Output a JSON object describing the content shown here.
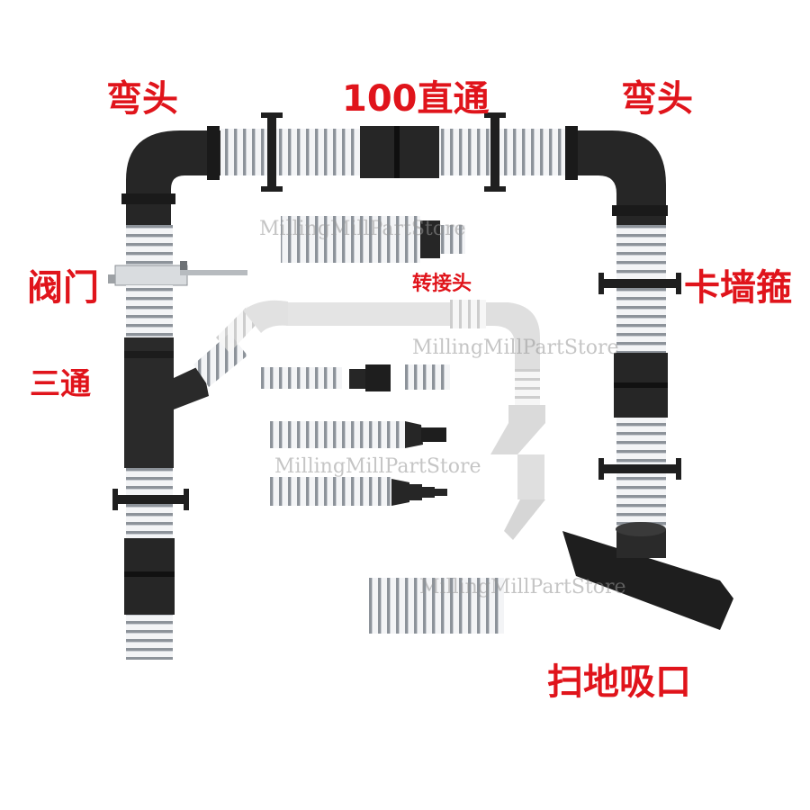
{
  "labels": {
    "elbow_left": "弯头",
    "straight_100": "100直通",
    "elbow_right": "弯头",
    "valve": "阀门",
    "adapter": "转接头",
    "wall_clamp": "卡墙箍",
    "tee": "三通",
    "floor_sweep": "扫地吸口"
  },
  "watermark": "MillingMillPartStore",
  "colors": {
    "label": "#e0141b",
    "fitting": "#262626",
    "hose_rib": "#8a8f96",
    "hose_body": "#f3f4f6"
  }
}
